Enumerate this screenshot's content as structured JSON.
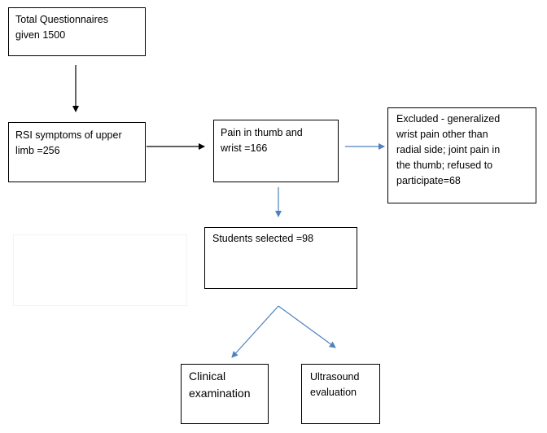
{
  "flowchart": {
    "nodes": {
      "total_questionnaires": {
        "text": "Total Questionnaires\ngiven 1500"
      },
      "rsi_symptoms": {
        "text": "RSI symptoms of upper\nlimb =256"
      },
      "pain_thumb_wrist": {
        "text": "Pain in thumb and\nwrist =166"
      },
      "excluded": {
        "text": "Excluded - generalized\nwrist pain other than\nradial side; joint pain in\nthe thumb; refused to\nparticipate=68"
      },
      "students_selected": {
        "text": "Students selected =98"
      },
      "clinical_examination": {
        "text": "Clinical\nexamination"
      },
      "ultrasound_evaluation": {
        "text": "Ultrasound\nevaluation"
      }
    },
    "colors": {
      "border": "#000000",
      "black_arrow": "#000000",
      "blue_arrow": "#4f81bd"
    }
  }
}
